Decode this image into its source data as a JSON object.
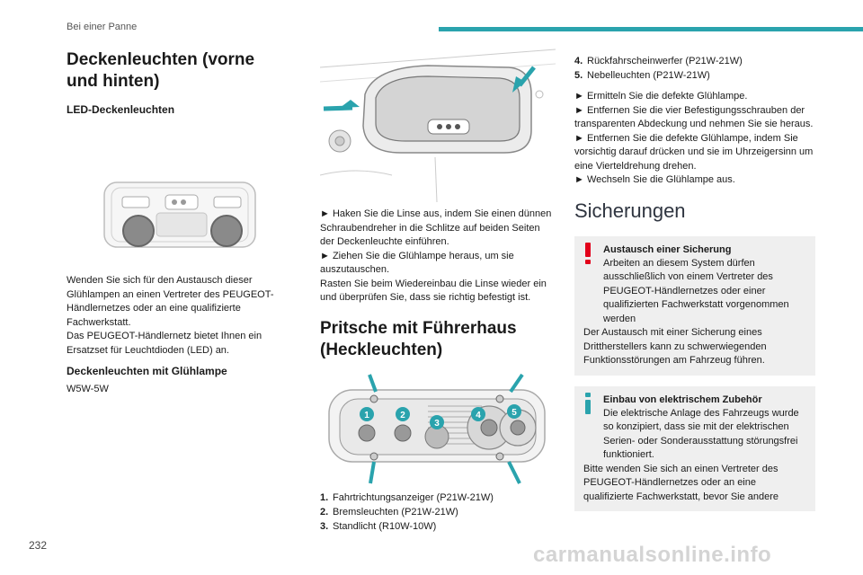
{
  "header": {
    "section": "Bei einer Panne",
    "accent": "#2aa3ad"
  },
  "col1": {
    "title": "Deckenleuchten (vorne und hinten)",
    "led_heading": "LED-Deckenleuchten",
    "para1": "Wenden Sie sich für den Austausch dieser Glühlampen an einen Vertreter des PEUGEOT-Händlernetzes oder an eine qualifizierte Fachwerkstatt.",
    "para2": "Das PEUGEOT-Händlernetz bietet Ihnen ein Ersatzset für Leuchtdioden (LED) an.",
    "bulb_heading": "Deckenleuchten mit Glühlampe",
    "bulb_type": "W5W-5W"
  },
  "col2": {
    "instr1": "► Haken Sie die Linse aus, indem Sie einen dünnen Schraubendreher in die Schlitze auf beiden Seiten der Deckenleuchte einführen.",
    "instr2": "► Ziehen Sie die Glühlampe heraus, um sie auszutauschen.",
    "instr3": "Rasten Sie beim Wiedereinbau die Linse wieder ein und überprüfen Sie, dass sie richtig befestigt ist.",
    "title2": "Pritsche mit Führerhaus (Heckleuchten)",
    "callouts": [
      "1",
      "2",
      "3",
      "4",
      "5"
    ],
    "list": [
      {
        "num": "1.",
        "text": "Fahrtrichtungsanzeiger (P21W-21W)"
      },
      {
        "num": "2.",
        "text": "Bremsleuchten (P21W-21W)"
      },
      {
        "num": "3.",
        "text": "Standlicht (R10W-10W)"
      }
    ]
  },
  "col3": {
    "list": [
      {
        "num": "4.",
        "text": "Rückfahrscheinwerfer (P21W-21W)"
      },
      {
        "num": "5.",
        "text": "Nebelleuchten (P21W-21W)"
      }
    ],
    "step1": "► Ermitteln Sie die defekte Glühlampe.",
    "step2": "► Entfernen Sie die vier Befestigungsschrauben der transparenten Abdeckung und nehmen Sie sie heraus.",
    "step3": "► Entfernen Sie die defekte Glühlampe, indem Sie vorsichtig darauf drücken und sie im Uhrzeigersinn um eine Vierteldrehung drehen.",
    "step4": "► Wechseln Sie die Glühlampe aus.",
    "fuse_title": "Sicherungen",
    "warning": {
      "title": "Austausch einer Sicherung",
      "text1": "Arbeiten an diesem System dürfen ausschließlich von einem Vertreter des PEUGEOT-Händlernetzes oder einer qualifizierten Fachwerkstatt vorgenommen werden",
      "text2": "Der Austausch mit einer Sicherung eines Drittherstellers kann zu schwerwiegenden Funktionsstörungen am Fahrzeug führen.",
      "color": "#e2001a"
    },
    "info": {
      "title": "Einbau von elektrischem Zubehör",
      "text1": "Die elektrische Anlage des Fahrzeugs wurde so konzipiert, dass sie mit der elektrischen Serien- oder Sonderausstattung störungsfrei funktioniert.",
      "text2": "Bitte wenden Sie sich an einen Vertreter des PEUGEOT-Händlernetzes oder an eine qualifizierte Fachwerkstatt, bevor Sie andere",
      "color": "#2aa3ad"
    }
  },
  "footer": {
    "page": "232",
    "watermark": "carmanualsonline.info"
  }
}
